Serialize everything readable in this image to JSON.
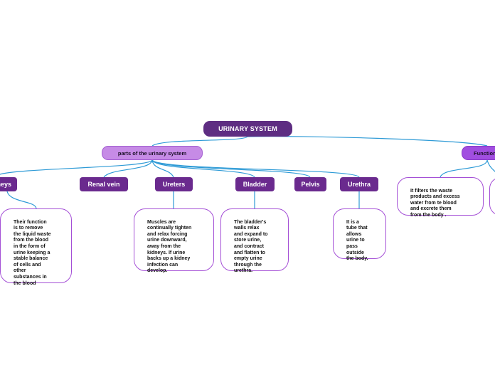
{
  "root": {
    "label": "URINARY SYSTEM"
  },
  "branches": {
    "parts": {
      "label": "parts of the  urinary system"
    },
    "functions": {
      "label": "Functions"
    }
  },
  "parts": [
    {
      "label": "Kidneys",
      "description": "Their function\nis to remove\nthe liquid waste\nfrom the blood\nin the form of\nurine keeping a\nstable balance\nof cells and\nother\nsubstances in\nthe blood"
    },
    {
      "label": "Renal vein"
    },
    {
      "label": "Ureters",
      "description": "Muscles are\ncontinually tighten\nand relax forcing\nurine downward,\naway from the\nkidneys. If urine\nbacks up a kidney\ninfection can\ndevelop."
    },
    {
      "label": "Bladder",
      "description": "The bladder's\nwalls relax\nand expand to\nstore urine,\nand contract\nand flatten to\nempty urine\nthrough the\nurethra."
    },
    {
      "label": "Pelvis"
    },
    {
      "label": "Urethra",
      "description": "It is a\ntube that\nallows\nurine to\npass\noutside\nthe body."
    }
  ],
  "functions": [
    {
      "description": "It filters the waste\nproducts and excess\nwater from te blood\nand excrete them\nfrom the body ."
    }
  ],
  "colors": {
    "connector": "#2d9ad6",
    "root": "#5e2d82",
    "parts_branch": "#c68be6",
    "functions_branch": "#a14ee0",
    "sub_node": "#6a2a8e",
    "note_border": "#a44fd6"
  }
}
